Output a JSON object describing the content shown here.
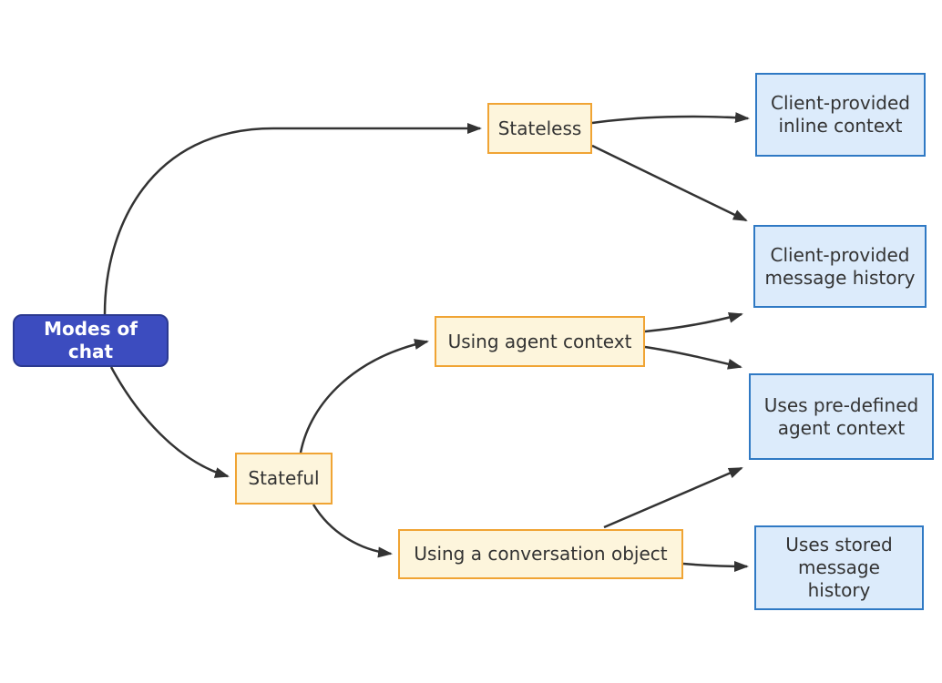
{
  "diagram": {
    "type": "flowchart",
    "direction": "left-to-right",
    "title": "Modes of chat",
    "nodes": {
      "modes": {
        "label": "Modes of chat",
        "kind": "root"
      },
      "stateless": {
        "label": "Stateless",
        "kind": "branch"
      },
      "stateful": {
        "label": "Stateful",
        "kind": "branch"
      },
      "agent_context": {
        "label": "Using agent context",
        "kind": "branch"
      },
      "conversation_object": {
        "label": "Using a conversation object",
        "kind": "branch"
      },
      "inline_context": {
        "label": "Client-provided inline context",
        "kind": "leaf"
      },
      "message_history": {
        "label": "Client-provided message history",
        "kind": "leaf"
      },
      "predefined_context": {
        "label": "Uses pre-defined agent context",
        "kind": "leaf"
      },
      "stored_history": {
        "label": "Uses stored message history",
        "kind": "leaf"
      }
    },
    "edges": [
      {
        "from": "modes",
        "to": "stateless"
      },
      {
        "from": "modes",
        "to": "stateful"
      },
      {
        "from": "stateless",
        "to": "inline_context"
      },
      {
        "from": "stateless",
        "to": "message_history"
      },
      {
        "from": "stateful",
        "to": "agent_context"
      },
      {
        "from": "stateful",
        "to": "conversation_object"
      },
      {
        "from": "agent_context",
        "to": "message_history"
      },
      {
        "from": "agent_context",
        "to": "predefined_context"
      },
      {
        "from": "conversation_object",
        "to": "predefined_context"
      },
      {
        "from": "conversation_object",
        "to": "stored_history"
      }
    ],
    "colors": {
      "root_fill": "#3C4CBF",
      "root_border": "#2B3990",
      "root_text": "#FFFFFF",
      "branch_fill": "#FDF5DC",
      "branch_border": "#F0A434",
      "leaf_fill": "#DCEBFB",
      "leaf_border": "#2F79C4",
      "edge_stroke": "#333333",
      "node_text": "#333333",
      "background": "#FFFFFF"
    }
  }
}
